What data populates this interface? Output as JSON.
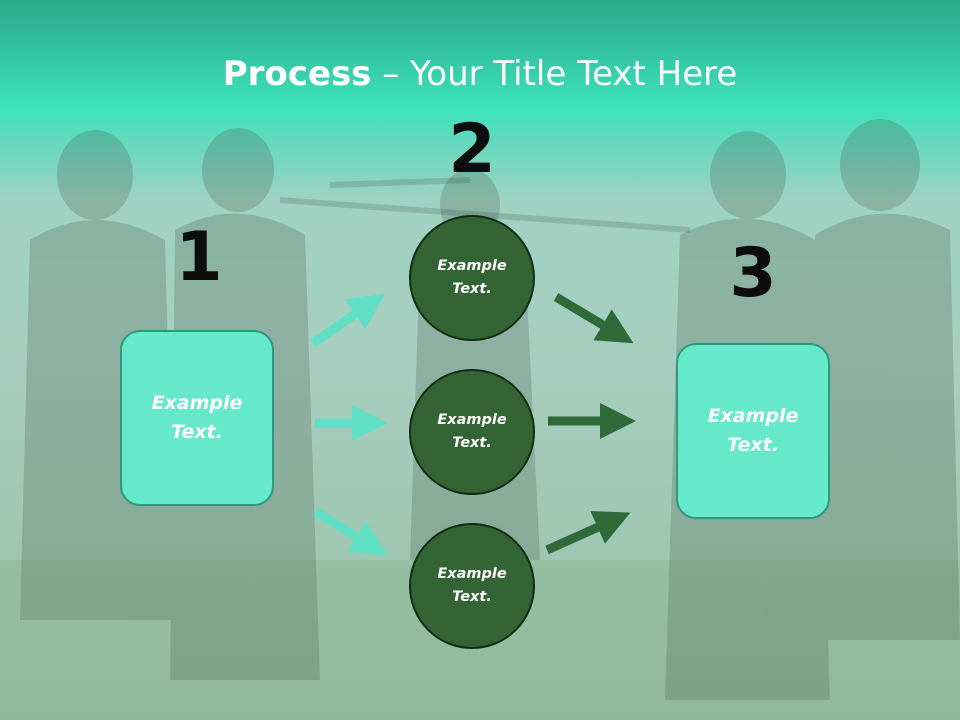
{
  "title": {
    "bold": "Process",
    "rest": " – Your Title Text Here"
  },
  "numbers": [
    "1",
    "2",
    "3"
  ],
  "boxes": {
    "left": "Example Text.",
    "right": "Example Text."
  },
  "circles": [
    "Example Text.",
    "Example Text.",
    "Example Text."
  ],
  "colors": {
    "header": "#3de3bc",
    "box_fill": "#66e8cb",
    "circle_fill": "#346433",
    "arrow_light": "#5fe0c4",
    "arrow_dark": "#2f6a38"
  }
}
